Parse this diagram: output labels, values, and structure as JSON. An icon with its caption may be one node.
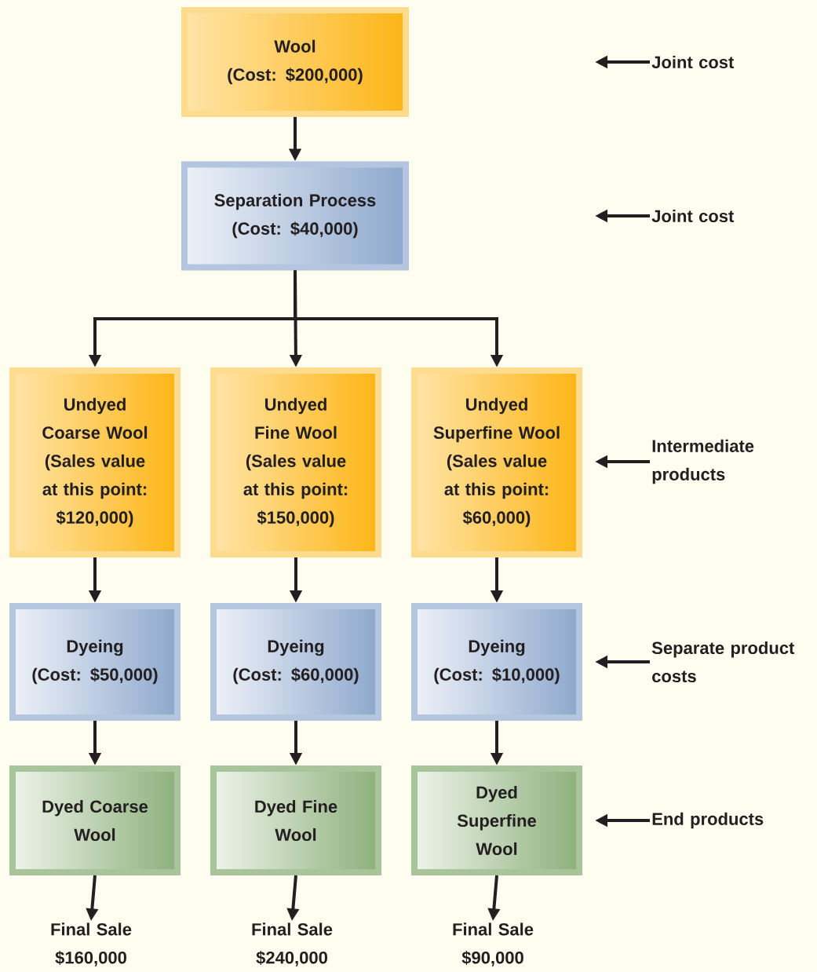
{
  "diagram": {
    "nodes": [
      {
        "text": [
          "Wool",
          "(Cost: $200,000)"
        ]
      },
      {
        "text": [
          "Separation Process",
          "(Cost: $40,000)"
        ]
      },
      {
        "text": [
          "Undyed Coarse Wool",
          "(Sales value at this point: $120,000)"
        ]
      },
      {
        "text": [
          "Undyed Fine Wool",
          "(Sales value at this point: $150,000)"
        ]
      },
      {
        "text": [
          "Undyed Superfine Wool",
          "(Sales value at this point: $60,000)"
        ]
      },
      {
        "text": [
          "Dyeing",
          "(Cost: $50,000)"
        ]
      },
      {
        "text": [
          "Dyeing",
          "(Cost: $60,000)"
        ]
      },
      {
        "text": [
          "Dyeing",
          "(Cost: $10,000)"
        ]
      },
      {
        "text": [
          "Dyed Coarse Wool"
        ]
      },
      {
        "text": [
          "Dyed Fine Wool"
        ]
      },
      {
        "text": [
          "Dyed Superfine Wool"
        ]
      },
      {
        "text": [
          "Final Sale $160,000"
        ]
      },
      {
        "text": [
          "Final Sale $240,000"
        ]
      },
      {
        "text": [
          "Final Sale $90,000"
        ]
      },
      {
        "text": [
          "Joint cost"
        ]
      },
      {
        "text": [
          "Joint cost"
        ]
      },
      {
        "text": [
          "Intermediate products"
        ]
      },
      {
        "text": [
          "Separate product costs"
        ]
      },
      {
        "text": [
          "End products"
        ]
      }
    ],
    "edges": [
      {
        "from": 0,
        "to": 1,
        "arrow": "to"
      },
      {
        "from": 1,
        "to": 2,
        "arrow": "to"
      },
      {
        "from": 1,
        "to": 3,
        "arrow": "to"
      },
      {
        "from": 1,
        "to": 4,
        "arrow": "to"
      },
      {
        "from": 2,
        "to": 5,
        "arrow": "to"
      },
      {
        "from": 3,
        "to": 6,
        "arrow": "to"
      },
      {
        "from": 4,
        "to": 7,
        "arrow": "to"
      },
      {
        "from": 5,
        "to": 8,
        "arrow": "to"
      },
      {
        "from": 6,
        "to": 9,
        "arrow": "to"
      },
      {
        "from": 7,
        "to": 10,
        "arrow": "to"
      },
      {
        "from": 8,
        "to": 11,
        "arrow": "to"
      },
      {
        "from": 9,
        "to": 12,
        "arrow": "to"
      },
      {
        "from": 10,
        "to": 13,
        "arrow": "to"
      },
      {
        "from": 14,
        "to": null,
        "arrow": "to"
      },
      {
        "from": 15,
        "to": null,
        "arrow": "to"
      },
      {
        "from": 16,
        "to": null,
        "arrow": "to"
      },
      {
        "from": 17,
        "to": null,
        "arrow": "to"
      },
      {
        "from": 18,
        "to": null,
        "arrow": "to"
      }
    ]
  }
}
